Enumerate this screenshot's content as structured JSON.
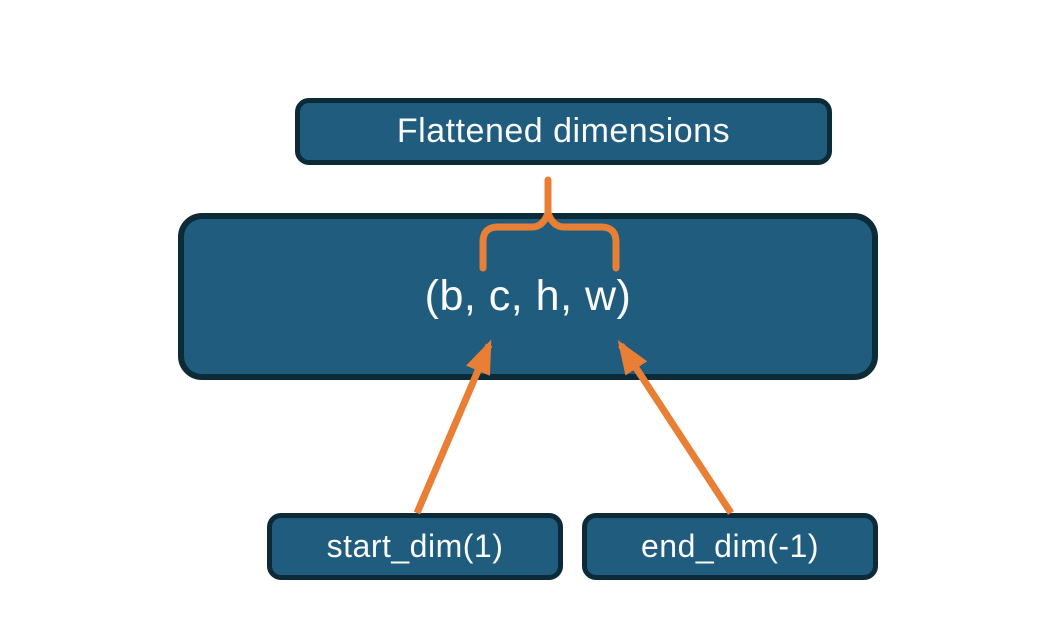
{
  "diagram": {
    "title_box": {
      "label": "Flattened dimensions"
    },
    "tensor_box": {
      "label": "(b, c, h, w)"
    },
    "start_dim_box": {
      "label": "start_dim(1)"
    },
    "end_dim_box": {
      "label": "end_dim(-1)"
    }
  },
  "colors": {
    "box_fill": "#1f5c7e",
    "box_border": "#0d2a38",
    "text": "#fafafa",
    "connector_orange": "#e87f35",
    "background": "#ffffff"
  }
}
